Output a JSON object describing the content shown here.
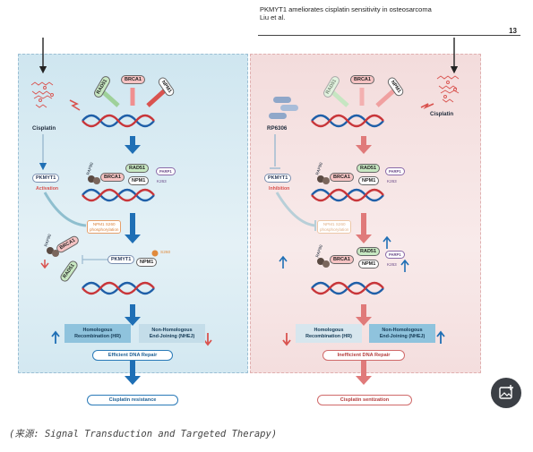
{
  "header": {
    "title": "PKMYT1 ameliorates cisplatin sensitivity in osteosarcoma",
    "authors": "Liu et al.",
    "page_number": "13"
  },
  "left": {
    "drug": "Cisplatin",
    "top_proteins": [
      "RAD51",
      "BRCA1",
      "NPM1"
    ],
    "pkmyt1": "PKMYT1",
    "pkmyt1_status": "Activation",
    "rap80": "RAP80",
    "complex": [
      "RAD51",
      "BRCA1",
      "NPM1",
      "PARP1",
      "K263"
    ],
    "npm1_phospho": "NPM1 S260\nphosphorylation",
    "mid_proteins": [
      "BRCA1",
      "RAD51",
      "PKMYT1",
      "NPM1",
      "S260",
      "RAP80"
    ],
    "hr": "Homologous\nRecombination (HR)",
    "nhej": "Non-Homologous\nEnd-Joining (NHEJ)",
    "repair": "Efficient DNA Repair",
    "outcome": "Cisplatin resistance"
  },
  "right": {
    "drug_a": "RP6306",
    "drug_b": "Cisplatin",
    "top_proteins": [
      "RAD51",
      "BRCA1",
      "NPM1"
    ],
    "pkmyt1": "PKMYT1",
    "pkmyt1_status": "Inhibition",
    "rap80": "RAP80",
    "complex": [
      "RAD51",
      "BRCA1",
      "NPM1",
      "PARP1",
      "K263"
    ],
    "npm1_phospho": "NPM1 S260\nphosphorylation",
    "hr": "Homologous\nRecombination (HR)",
    "nhej": "Non-Homologous\nEnd-Joining (NHEJ)",
    "repair": "Inefficient DNA Repair",
    "outcome": "Cisplatin sentization"
  },
  "source_note": "(来源: Signal Transduction and Targeted Therapy)",
  "fab_icon": "add-image-icon",
  "colors": {
    "blue": "#1f6fb5",
    "red": "#d9534f",
    "dna_blue": "#1f5fa8",
    "dna_red": "#c8363a",
    "orange": "#e08a3c"
  }
}
